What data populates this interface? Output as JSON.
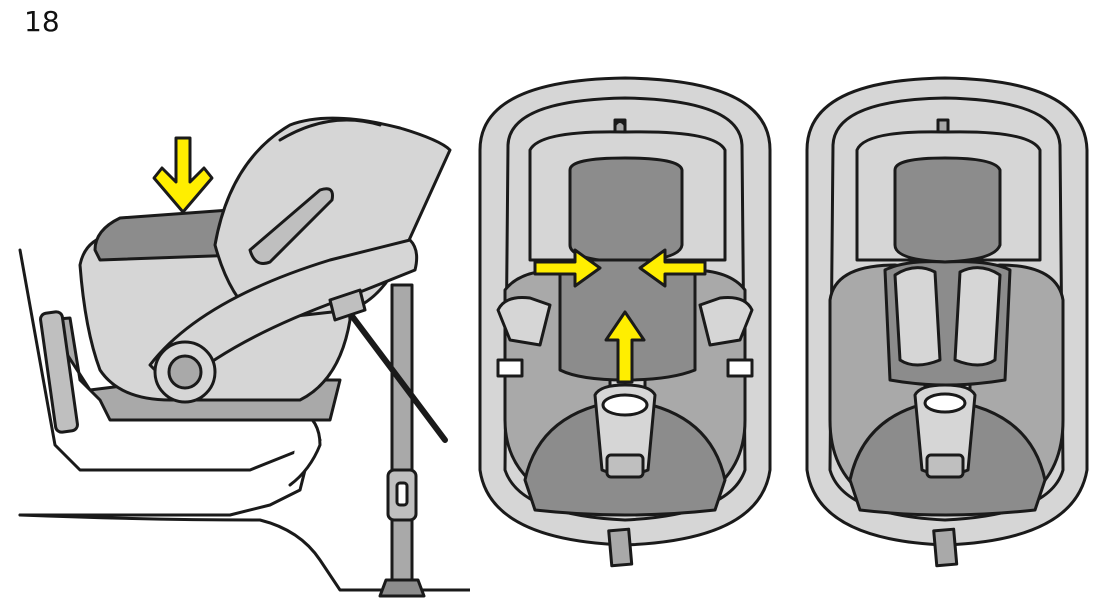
{
  "page": {
    "number": "18"
  },
  "palette": {
    "outline": "#1a1a1a",
    "light_gray": "#d6d6d6",
    "mid_gray": "#a9a9a9",
    "dark_gray": "#8c8c8c",
    "arrow_yellow": "#ffee00"
  },
  "illustrations": [
    {
      "id": "side-view",
      "arrows": [
        "down"
      ]
    },
    {
      "id": "front-view-open",
      "arrows": [
        "right",
        "left",
        "up"
      ]
    },
    {
      "id": "front-view-closed",
      "arrows": []
    }
  ]
}
